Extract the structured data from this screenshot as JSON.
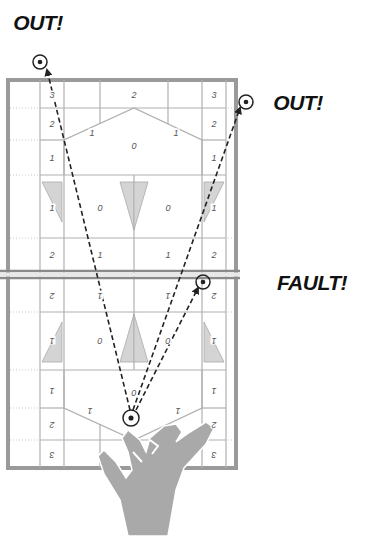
{
  "diagram": {
    "labels": [
      "OUT!",
      "OUT!",
      "FAULT!",
      "3",
      "2",
      "3",
      "2",
      "1",
      "0",
      "1",
      "2",
      "1",
      "1",
      "1",
      "0",
      "0",
      "1",
      "2",
      "1",
      "1",
      "2",
      "2",
      "1",
      "1",
      "2",
      "1",
      "0",
      "0",
      "1",
      "1",
      "1",
      "0",
      "1",
      "1",
      "2",
      "2",
      "3",
      "3"
    ]
  }
}
